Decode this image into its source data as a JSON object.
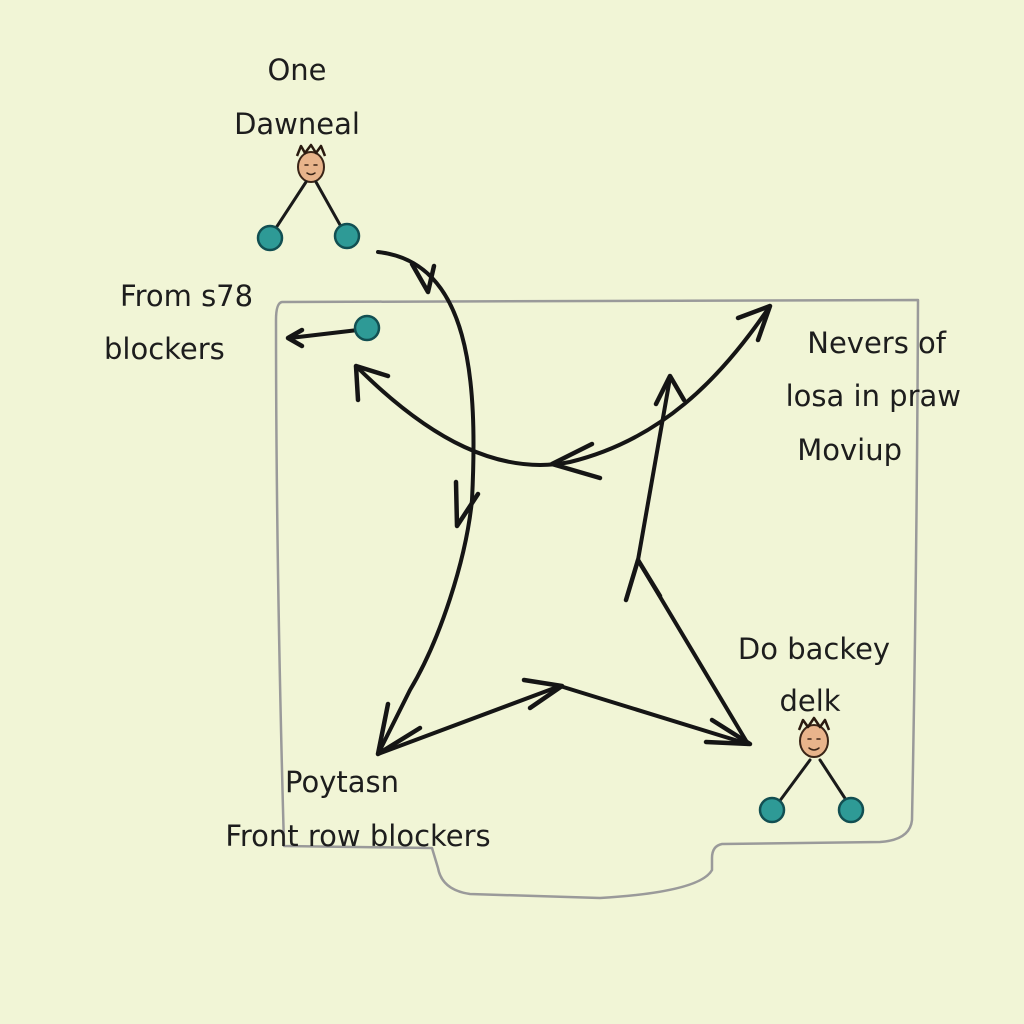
{
  "labels": {
    "top_line1": "One",
    "top_line2": "Dawneal",
    "left_line1": "From s78",
    "left_line2": "blockers",
    "right_line1": "Nevers of",
    "right_line2": "losa in praw",
    "right_line3": "Moviup",
    "br_line1": "Do backey",
    "br_line2": "delk",
    "bottom_line1": "Poytasn",
    "bottom_line2": "Front row blockers"
  },
  "colors": {
    "background": "#f1f5d6",
    "player_dot": "#2e9a96",
    "arrow": "#151515",
    "court_line": "#9a9a9a"
  }
}
